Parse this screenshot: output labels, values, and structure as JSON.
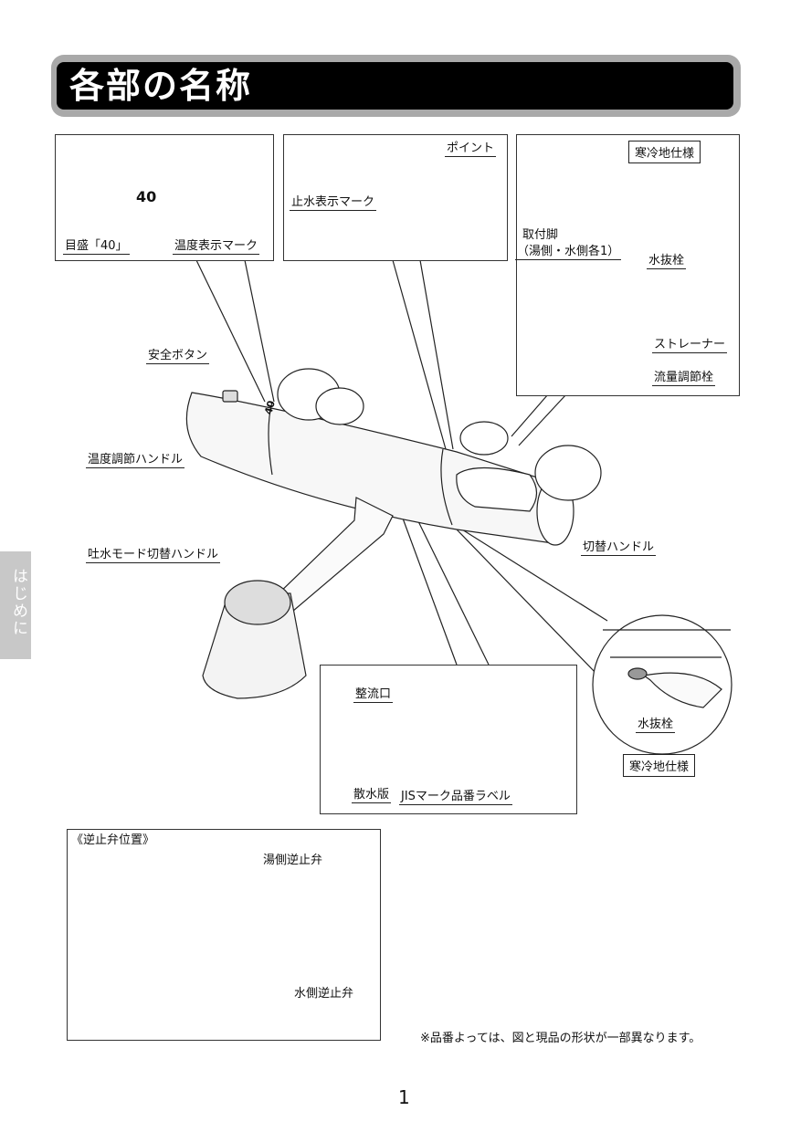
{
  "title": "各部の名称",
  "side_tab": "はじめに",
  "detail1": {
    "number": "40",
    "scale_label": "目盛「40」",
    "temp_mark_label": "温度表示マーク"
  },
  "detail2": {
    "stop_label": "止水表示マーク",
    "point_label": "ポイント"
  },
  "detail3": {
    "cold_spec": "寒冷地仕様",
    "mount_leg": "取付脚",
    "mount_leg_sub": "（湯側・水側各1）",
    "drain_plug": "水抜栓",
    "strainer": "ストレーナー",
    "flow_valve": "流量調節栓"
  },
  "main": {
    "safety_button": "安全ボタン",
    "temp_handle": "温度調節ハンドル",
    "dial_number": "40",
    "mode_handle": "吐水モード切替ハンドル",
    "switch_handle": "切替ハンドル"
  },
  "right_circle": {
    "drain_plug": "水抜栓",
    "cold_spec": "寒冷地仕様"
  },
  "spout_box": {
    "straightener": "整流口",
    "spray_plate": "散水版",
    "jis_label": "JISマーク品番ラベル"
  },
  "check_valve": {
    "title": "《逆止弁位置》",
    "hot_side": "湯側逆止弁",
    "cold_side": "水側逆止弁"
  },
  "note": "※品番よっては、図と現品の形状が一部異なります。",
  "page_number": "1"
}
